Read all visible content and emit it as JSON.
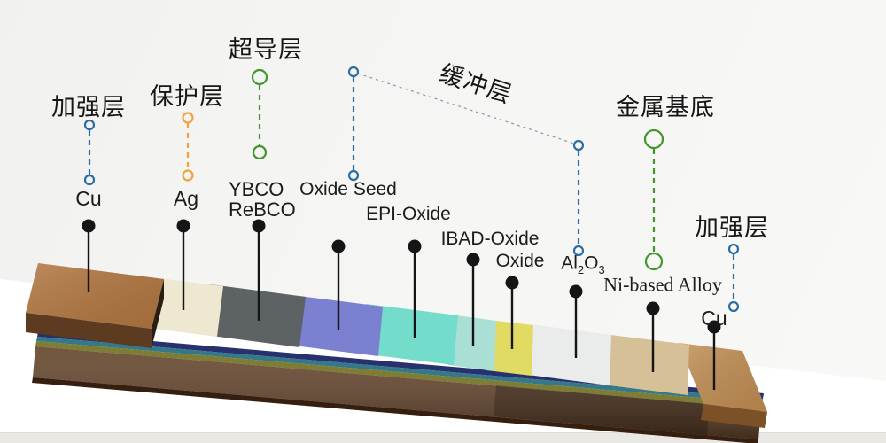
{
  "diagram": {
    "cn_labels": [
      {
        "text": "加强层",
        "color": "#2e6da4"
      },
      {
        "text": "保护层",
        "color": "#f0a23c"
      },
      {
        "text": "超导层",
        "color": "#43952f"
      },
      {
        "text": "缓冲层",
        "color": "#2e6da4"
      },
      {
        "text": "金属基底",
        "color": "#43952f"
      },
      {
        "text": "加强层",
        "color": "#2e6da4"
      }
    ],
    "materials": {
      "cu_left": "Cu",
      "ag": "Ag",
      "ybco_line1": "YBCO",
      "ybco_line2": "ReBCO",
      "oxide_seed": "Oxide Seed",
      "epi_oxide": "EPI-Oxide",
      "ibad_oxide": "IBAD-Oxide",
      "oxide": "Oxide",
      "al2o3": {
        "p1": "Al",
        "s1": "2",
        "p2": "O",
        "s2": "3"
      },
      "ni_alloy": "Ni-based Alloy",
      "cu_right": "Cu"
    },
    "layers": [
      {
        "id": "cu-top",
        "material": "Cu",
        "color": "#b0753f",
        "side_color": "#2a1d12",
        "front_color": "#5d3b20"
      },
      {
        "id": "ag",
        "material": "Ag",
        "color": "#eee8d1"
      },
      {
        "id": "ybco",
        "material": "YBCO / ReBCO",
        "color": "#5d6365"
      },
      {
        "id": "oxide-seed",
        "material": "Oxide Seed",
        "color": "#7b81d0"
      },
      {
        "id": "epi-oxide",
        "material": "EPI-Oxide",
        "color": "#74dcca"
      },
      {
        "id": "ibad-oxide",
        "material": "IBAD-Oxide",
        "color": "#aadfd6"
      },
      {
        "id": "oxide",
        "material": "Oxide",
        "color": "#e2db63"
      },
      {
        "id": "al2o3",
        "material": "Al2O3",
        "color": "#e9ecea"
      },
      {
        "id": "ni-alloy",
        "material": "Ni-based Alloy",
        "color": "#d6c097"
      },
      {
        "id": "cu-bottom",
        "material": "Cu",
        "color": "#c08d52",
        "front_color": "#7c5128"
      }
    ],
    "substrate_strips": [
      {
        "id": "strip-navy",
        "color": "#27316e"
      },
      {
        "id": "strip-teal",
        "color": "#35788a"
      },
      {
        "id": "strip-olive",
        "color": "#7e7d35"
      },
      {
        "id": "strip-body",
        "color": "#63432a"
      },
      {
        "id": "strip-bevel",
        "color": "#371f10"
      }
    ]
  },
  "colors": {
    "leader_blue": "#2e6da4",
    "leader_orange": "#f0a23c",
    "leader_green": "#43952f",
    "connector_gray": "#8a97a6",
    "pin_black": "#151515",
    "floor_bar": "#e9e8e4"
  }
}
